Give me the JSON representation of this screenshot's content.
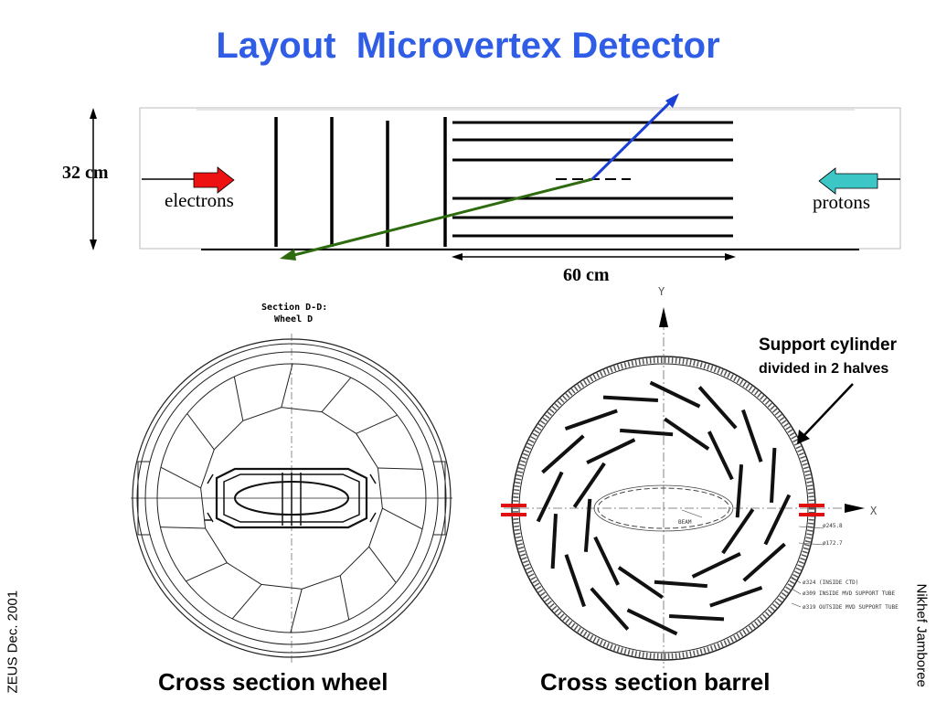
{
  "slide": {
    "title": "Layout  Microvertex Detector",
    "title_color": "#2f5de6",
    "footer_left": "ZEUS Dec. 2001",
    "footer_right": "Nikhef Jamboree"
  },
  "layout_diagram": {
    "height_label": "32 cm",
    "length_label": "60 cm",
    "electrons_label": "electrons",
    "protons_label": "protons",
    "electron_arrow_color": "#ee1111",
    "proton_arrow_color": "#3cc6c6",
    "track_blue_color": "#1a3fd6",
    "track_green_color": "#2e6b0e"
  },
  "wheel_drawing": {
    "section_title": "Section D-D:",
    "section_subtitle": "Wheel D",
    "caption": "Cross section wheel"
  },
  "barrel_drawing": {
    "axis_y": "Y",
    "axis_x": "X",
    "support_title": "Support cylinder",
    "support_subtitle": "divided in 2 halves",
    "caption": "Cross section barrel",
    "halves_marker_color": "#e01010",
    "dims": {
      "d1": "ø245.8",
      "d2": "ø172.7",
      "d3": "ø324  (INSIDE CTD)",
      "d4": "ø309  INSIDE MVD SUPPORT TUBE",
      "d5": "ø319  OUTSIDE MVD SUPPORT TUBE",
      "beam": "BEAM"
    }
  }
}
